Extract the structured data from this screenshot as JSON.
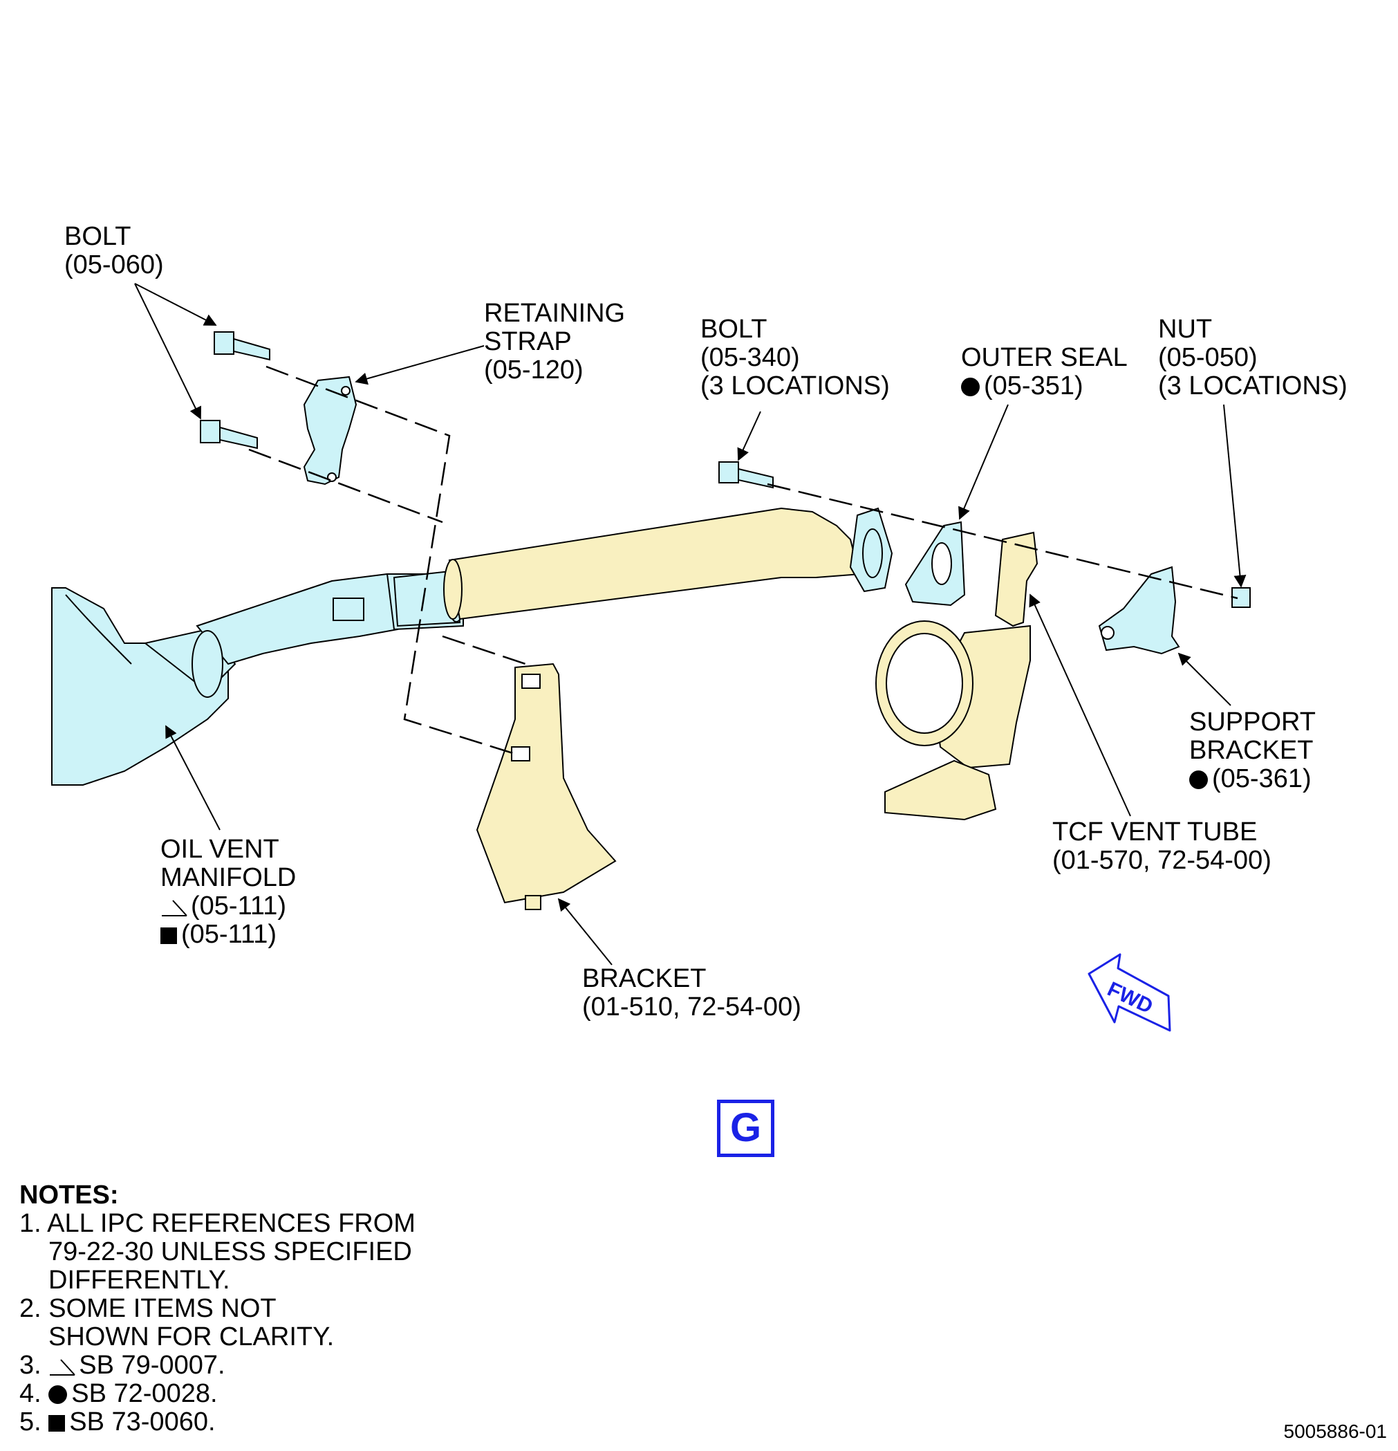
{
  "labels": {
    "bolt_top": {
      "name": "BOLT",
      "ref": "(05-060)"
    },
    "retaining_strap": {
      "l1": "RETAINING",
      "l2": "STRAP",
      "ref": "(05-120)"
    },
    "bolt_mid": {
      "name": "BOLT",
      "ref": "(05-340)",
      "qty": "(3 LOCATIONS)"
    },
    "outer_seal": {
      "name": "OUTER SEAL",
      "ref": "(05-351)"
    },
    "nut": {
      "name": "NUT",
      "ref": "(05-050)",
      "qty": "(3 LOCATIONS)"
    },
    "support_bracket": {
      "l1": "SUPPORT",
      "l2": "BRACKET",
      "ref": "(05-361)"
    },
    "tcf_vent_tube": {
      "name": "TCF VENT TUBE",
      "ref": "(01-570, 72-54-00)"
    },
    "oil_vent_manifold": {
      "l1": "OIL VENT",
      "l2": "MANIFOLD",
      "ref1": "(05-111)",
      "ref2": "(05-111)"
    },
    "bracket": {
      "name": "BRACKET",
      "ref": "(01-510, 72-54-00)"
    }
  },
  "fwd_label": "FWD",
  "view_label": "G",
  "notes": {
    "heading": "NOTES:",
    "n1a": "1. ALL IPC REFERENCES FROM",
    "n1b": "79-22-30 UNLESS SPECIFIED",
    "n1c": "DIFFERENTLY.",
    "n2a": "2. SOME ITEMS NOT",
    "n2b": "SHOWN FOR CLARITY.",
    "n3_prefix": "3.",
    "n3": "SB 79-0007.",
    "n4_prefix": "4.",
    "n4": "SB 72-0028.",
    "n5_prefix": "5.",
    "n5": "SB 73-0060."
  },
  "doc_number": "5005886-01",
  "colors": {
    "cyan_part": "#cdf3f8",
    "yellow_part": "#f9f0c0",
    "accent_blue": "#1a22e6"
  }
}
